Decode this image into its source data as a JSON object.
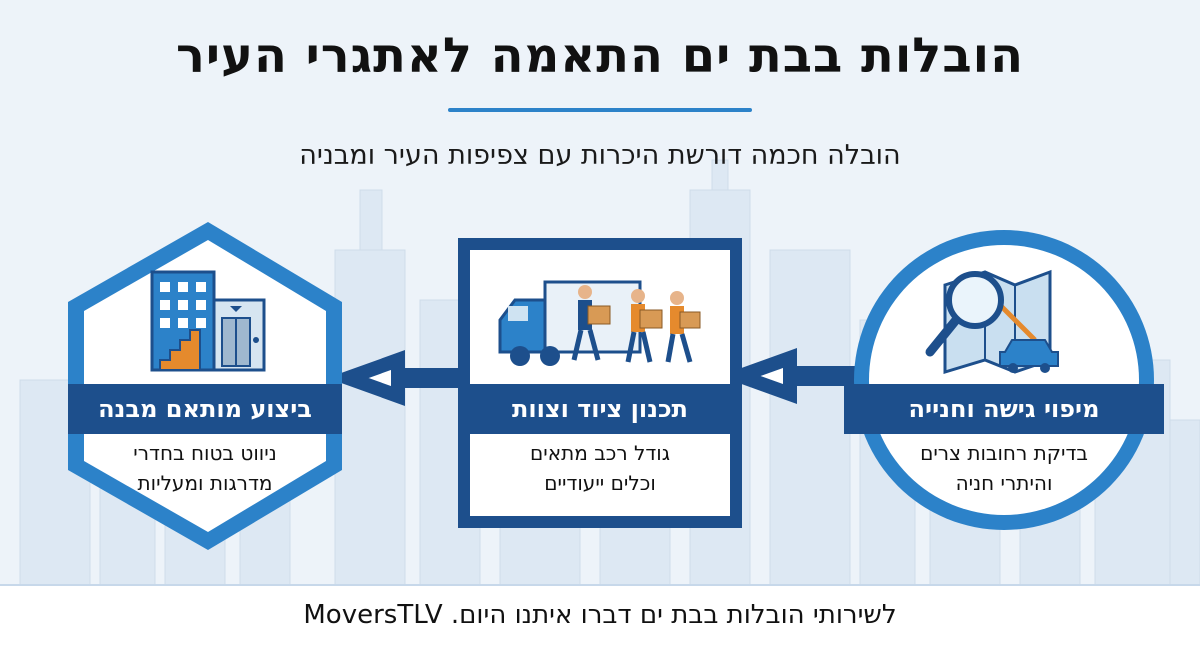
{
  "title": "הובלות בבת ים התאמה לאתגרי העיר",
  "subtitle": "הובלה חכמה דורשת היכרות עם צפיפות העיר ומבניה",
  "steps": [
    {
      "label": "מיפוי גישה וחנייה",
      "line1": "בדיקת רחובות צרים",
      "line2": "והיתרי חניה",
      "icon": "map-search-icon"
    },
    {
      "label": "תכנון ציוד וצוות",
      "line1": "גודל רכב מתאים",
      "line2": "וכלים ייעודיים",
      "icon": "moving-truck-crew-icon"
    },
    {
      "label": "ביצוע מותאם מבנה",
      "line1": "ניווט בטוח בחדרי",
      "line2": "מדרגות ומעליות",
      "icon": "building-stairs-elevator-icon"
    }
  ],
  "footer": "לשירותי הובלות בבת ים דברו איתנו היום. MoversTLV",
  "colors": {
    "navy": "#1d4f8c",
    "blue": "#2c82c9",
    "background": "#edf3f9"
  }
}
